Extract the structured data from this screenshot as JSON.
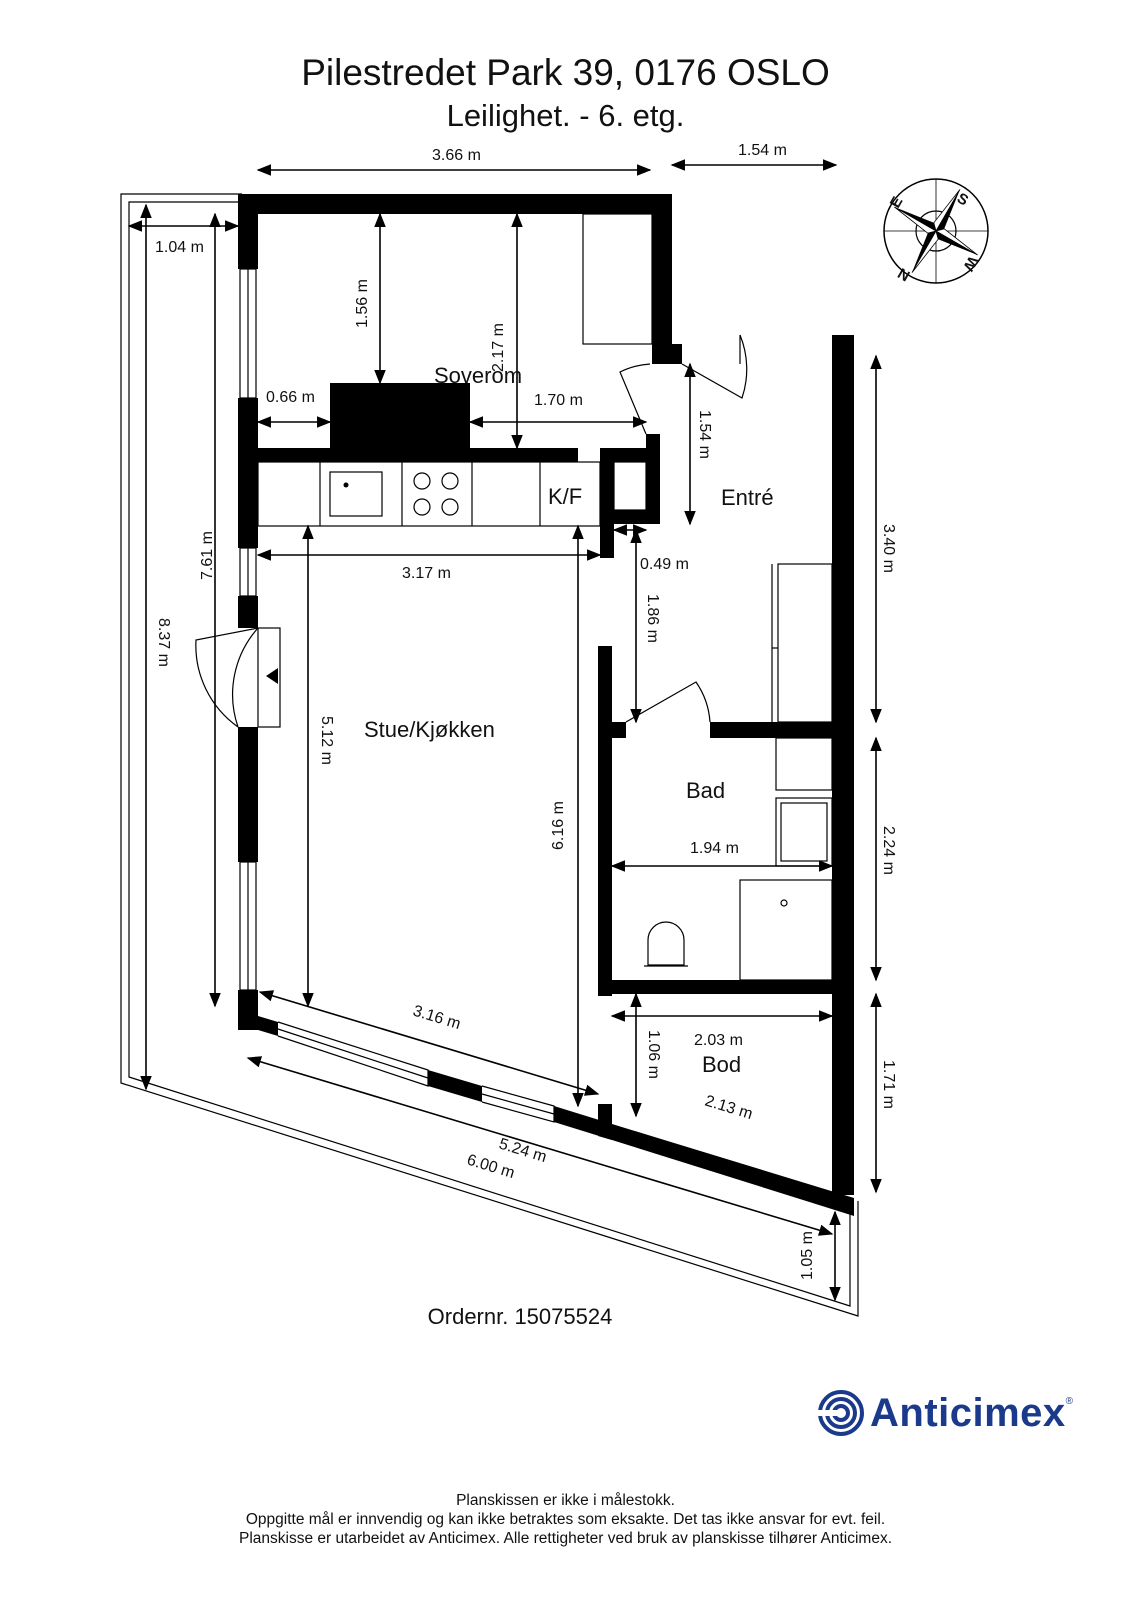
{
  "header": {
    "title": "Pilestredet Park 39, 0176 OSLO",
    "subtitle": "Leilighet.  - 6. etg."
  },
  "rooms": {
    "soverom": "Soverom",
    "entre": "Entré",
    "stue": "Stue/Kjøkken",
    "bad": "Bad",
    "bod": "Bod",
    "kf": "K/F"
  },
  "dimensions": {
    "top_width": "3.66 m",
    "top_right": "1.54 m",
    "balcony_top": "1.04 m",
    "sov_height": "1.56 m",
    "sov_height2": "2.17 m",
    "sov_left": "0.66 m",
    "sov_right": "1.70 m",
    "entre_height": "1.54 m",
    "right_340": "3.40 m",
    "left_761": "7.61 m",
    "left_837": "8.37 m",
    "kitchen_width": "3.17 m",
    "hall_049": "0.49 m",
    "hall_186": "1.86 m",
    "stue_512": "5.12 m",
    "stue_616": "6.16 m",
    "bad_width": "1.94 m",
    "right_224": "2.24 m",
    "bottom_316": "3.16 m",
    "bod_106": "1.06 m",
    "bod_203": "2.03 m",
    "bod_213": "2.13 m",
    "right_171": "1.71 m",
    "bottom_524": "5.24 m",
    "bottom_600": "6.00 m",
    "balcony_105": "1.05 m"
  },
  "compass": {
    "letters": [
      "E",
      "S",
      "N",
      "W"
    ]
  },
  "order": "Ordernr. 15075524",
  "brand": {
    "name": "Anticimex",
    "color": "#1b3a8c"
  },
  "footer": {
    "line1": "Planskissen er ikke i målestokk.",
    "line2": "Oppgitte mål er innvendig og kan ikke betraktes som eksakte. Det tas ikke ansvar for evt. feil.",
    "line3": "Planskisse er utarbeidet av Anticimex. Alle rettigheter ved bruk av planskisse tilhører Anticimex."
  }
}
